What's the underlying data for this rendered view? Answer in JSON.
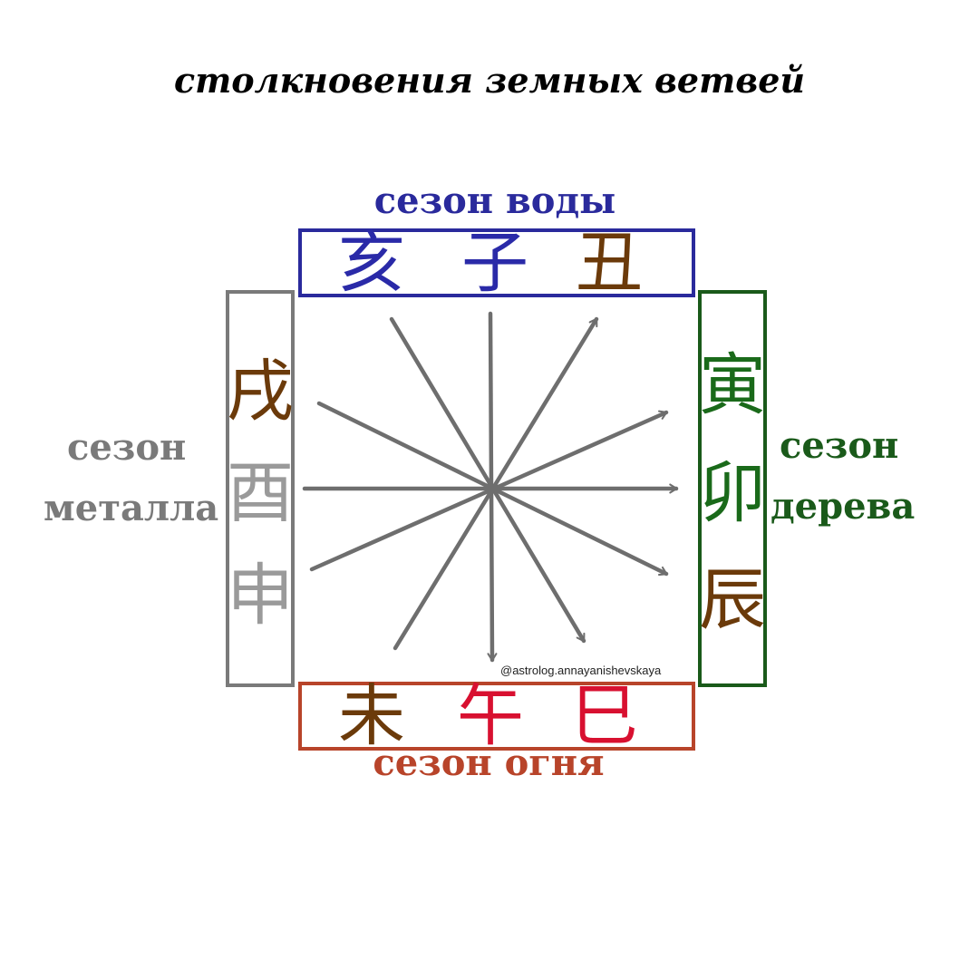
{
  "title": "столкновения земных ветвей",
  "seasons": {
    "water": {
      "label": "сезон воды",
      "color": "#2a2a9c"
    },
    "wood": {
      "line1": "сезон",
      "line2": "дерева",
      "color": "#1a5a1a"
    },
    "metal": {
      "line1": "сезон",
      "line2": "металла",
      "color": "#7a7a7a"
    },
    "fire": {
      "label": "сезон огня",
      "color": "#b8442a"
    }
  },
  "branches": {
    "top": [
      "亥",
      "子",
      "丑"
    ],
    "right": [
      "寅",
      "卯",
      "辰"
    ],
    "bottom": [
      "未",
      "午",
      "巳"
    ],
    "left": [
      "戌",
      "酉",
      "申"
    ]
  },
  "colors": {
    "water_glyph": "#2a2aa8",
    "earth_glyph": "#6b3a0a",
    "wood_glyph": "#1a6a1a",
    "fire_glyph": "#d81030",
    "metal_glyph": "#9a9a9a",
    "arrow": "#6e6e6e"
  },
  "watermark": "@astrolog.annayanishevskaya"
}
